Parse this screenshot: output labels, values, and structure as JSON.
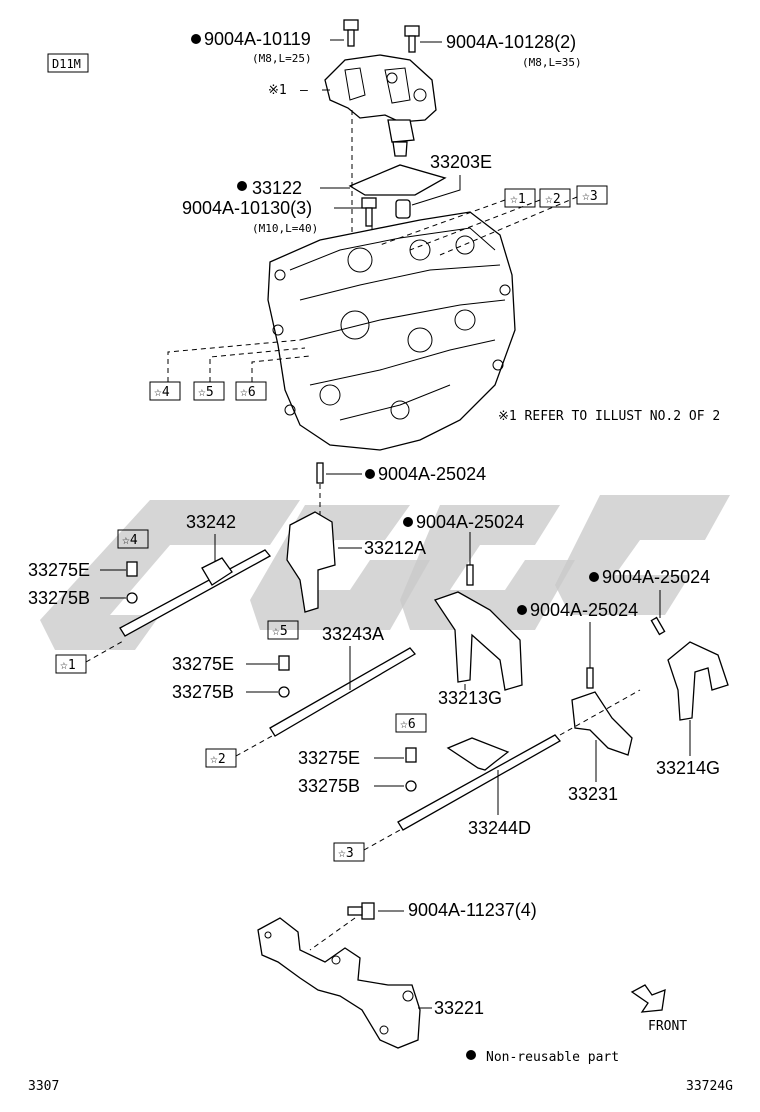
{
  "diagram": {
    "engine_code": "D11M",
    "refer_mark": "※1",
    "refer_note": "※1 REFER TO ILLUST NO.2 OF 2",
    "legend_text": "Non-reusable part",
    "front_label": "FRONT",
    "page_number": "3307",
    "illust_code": "33724G"
  },
  "parts": {
    "bolt_10119": "9004A-10119",
    "bolt_10119_spec": "(M8,L=25)",
    "bolt_10128": "9004A-10128(2)",
    "bolt_10128_spec": "(M8,L=35)",
    "p33203e": "33203E",
    "p33122": "33122",
    "bolt_10130": "9004A-10130(3)",
    "bolt_10130_spec": "(M10,L=40)",
    "pin_25024_a": "9004A-25024",
    "p33242": "33242",
    "p33212a": "33212A",
    "pin_25024_b": "9004A-25024",
    "pin_25024_c": "9004A-25024",
    "pin_25024_d": "9004A-25024",
    "p33275e_1": "33275E",
    "p33275b_1": "33275B",
    "p33243a": "33243A",
    "p33275e_2": "33275E",
    "p33275b_2": "33275B",
    "p33213g": "33213G",
    "p33214g": "33214G",
    "p33275e_3": "33275E",
    "p33275b_3": "33275B",
    "p33231": "33231",
    "p33244d": "33244D",
    "bolt_11237": "9004A-11237(4)",
    "p33221": "33221"
  },
  "star_tags": [
    "☆1",
    "☆2",
    "☆3",
    "☆4",
    "☆5",
    "☆6"
  ]
}
